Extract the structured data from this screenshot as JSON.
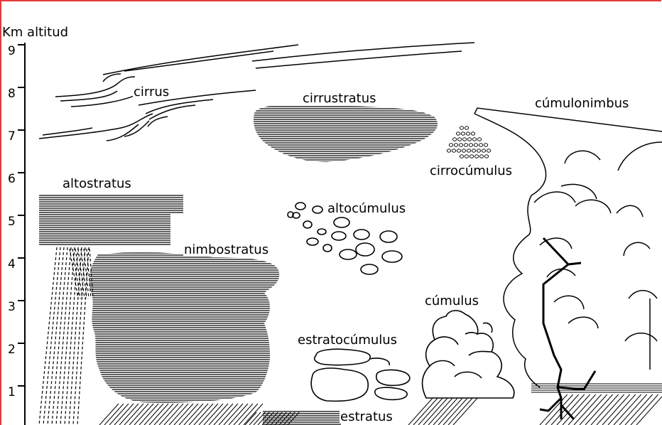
{
  "axis": {
    "title": "Km  altitud",
    "ticks": [
      "9",
      "8",
      "7",
      "6",
      "5",
      "4",
      "3",
      "2",
      "1"
    ]
  },
  "clouds": {
    "cirrus": "cirrus",
    "cirrustratus": "cirrustratus",
    "cumulonimbus": "cúmulonimbus",
    "cirrocumulus": "cirrocúmulus",
    "altostratus": "altostratus",
    "altocumulus": "altocúmulus",
    "nimbostratus": "nimbostratus",
    "cumulus": "cúmulus",
    "estratocumulus": "estratocúmulus",
    "estratus": "estratus"
  },
  "colors": {
    "frame": "#e23b3b",
    "ink": "#000000"
  }
}
